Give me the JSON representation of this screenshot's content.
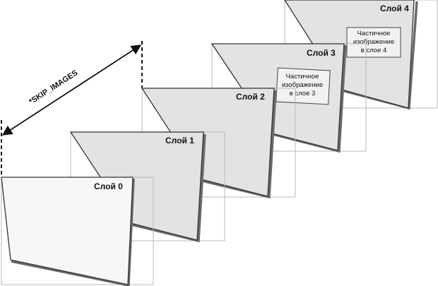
{
  "diagram": {
    "layers": [
      {
        "label": "Слой 0"
      },
      {
        "label": "Слой 1"
      },
      {
        "label": "Слой 2"
      },
      {
        "label": "Слой 3",
        "partial_lines": [
          "Частичное",
          "изображение",
          "в слое 3"
        ]
      },
      {
        "label": "Слой 4",
        "partial_lines": [
          "Частичное",
          "изображение",
          "в слое 4"
        ]
      }
    ],
    "arrow_label": "*SKIP_IMAGES",
    "colors": {
      "layer0_fill": "#f7f7f7",
      "layer_fill": "#e3e3e3",
      "frame_stroke": "#b8b8b8",
      "outline": "#333333"
    }
  }
}
